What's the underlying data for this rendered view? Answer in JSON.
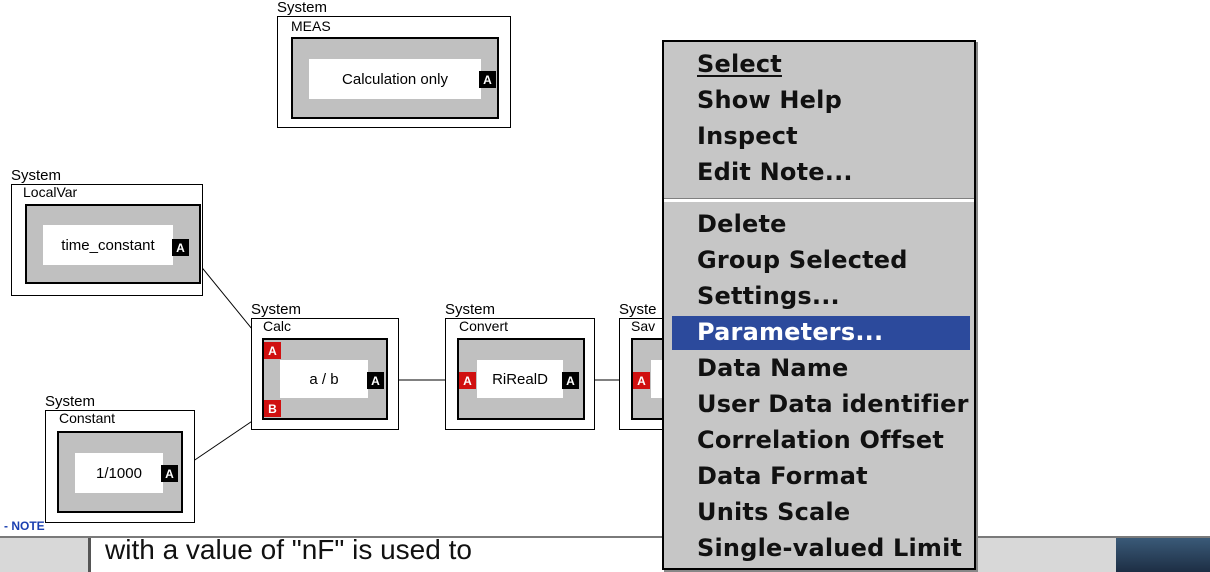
{
  "blocks": {
    "meas": {
      "system": "System",
      "name": "MEAS",
      "label": "Calculation only",
      "out_port": "A"
    },
    "localvar": {
      "system": "System",
      "name": "LocalVar",
      "label": "time_constant",
      "out_port": "A"
    },
    "calc": {
      "system": "System",
      "name": "Calc",
      "label": "a / b",
      "in_a": "A",
      "in_b": "B",
      "out_port": "A"
    },
    "convert": {
      "system": "System",
      "name": "Convert",
      "label": "RiRealD",
      "in_port": "A",
      "out_port": "A"
    },
    "save": {
      "system": "Syste",
      "name": "Sav",
      "in_port": "A"
    },
    "constant": {
      "system": "System",
      "name": "Constant",
      "label": "1/1000",
      "out_port": "A"
    }
  },
  "note_label": "- NOTE",
  "doc_text": "with a value of \"nF\" is used to",
  "menu": {
    "items": [
      {
        "label": "Select",
        "underline": "S"
      },
      {
        "label": "Show Help"
      },
      {
        "label": "Inspect"
      },
      {
        "label": "Edit Note...",
        "underline": "E"
      },
      {
        "label": "Delete",
        "underline": "D"
      },
      {
        "label": "Group Selected",
        "underline": "G"
      },
      {
        "label": "Settings...",
        "underline": "t"
      },
      {
        "label": "Parameters...",
        "selected": true
      },
      {
        "label": "Data Name",
        "underline": "N"
      },
      {
        "label": "User Data identifier"
      },
      {
        "label": "Correlation Offset"
      },
      {
        "label": "Data Format",
        "underline": "F"
      },
      {
        "label": "Units Scale"
      },
      {
        "label": "Single-valued Limit"
      }
    ]
  },
  "colors": {
    "selection": "#2c4a9c",
    "input_port": "#d01010",
    "output_port": "#000000",
    "block_fill": "#c0c0c0"
  }
}
